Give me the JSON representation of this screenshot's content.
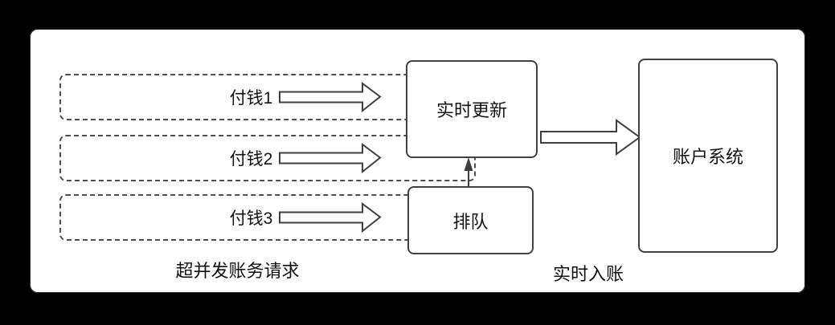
{
  "diagram": {
    "title_semantic": "real-time-accounting-flow",
    "left_group": {
      "requests": [
        {
          "label": "付钱1"
        },
        {
          "label": "付钱2"
        },
        {
          "label": "付钱3"
        }
      ],
      "caption": "超并发账务请求"
    },
    "middle": {
      "update_box_label": "实时更新",
      "queue_box_label": "排队"
    },
    "right_group": {
      "account_box_label": "账户系统",
      "caption": "实时入账"
    },
    "colors": {
      "background": "#000000",
      "panel": "#ffffff",
      "line": "#3f3f3f",
      "dashed_border": "#4d4d4d",
      "text": "#141414"
    }
  }
}
